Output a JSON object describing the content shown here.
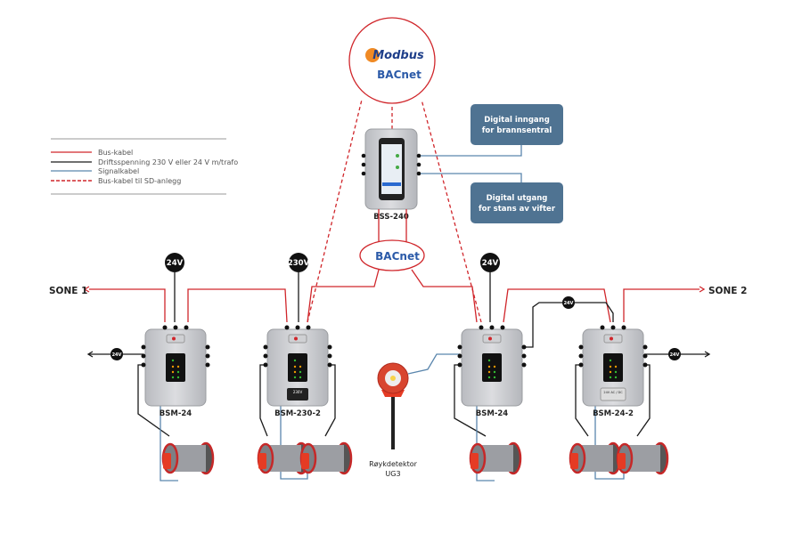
{
  "legend": {
    "items": [
      {
        "label": "Bus-kabel",
        "color": "#d0262b",
        "style": "solid"
      },
      {
        "label": "Driftsspenning 230 V eller 24 V m/trafo",
        "color": "#1a1a1a",
        "style": "solid"
      },
      {
        "label": "Signalkabel",
        "color": "#5a86ad",
        "style": "solid"
      },
      {
        "label": "Bus-kabel til SD-anlegg",
        "color": "#d0262b",
        "style": "dashed"
      }
    ]
  },
  "protocols": {
    "modbus": "Modbus",
    "bacnet": "BACnet",
    "bacnet_bus": "BACnet"
  },
  "controller": {
    "label": "BSS-240"
  },
  "io_boxes": {
    "input": [
      "Digital inngang",
      "for brannsentral"
    ],
    "output": [
      "Digital utgang",
      "for stans av vifter"
    ],
    "color": "#4f7392"
  },
  "zones": {
    "left": "SONE 1",
    "right": "SONE 2"
  },
  "power": {
    "p1": "24V",
    "p2": "230V",
    "p3": "24V",
    "small": "24V"
  },
  "modules": [
    {
      "label": "BSM-24"
    },
    {
      "label": "BSM-230-2",
      "badge": "230V"
    },
    {
      "label": "BSM-24"
    },
    {
      "label": "BSM-24-2",
      "badge": "24V AC / DC"
    }
  ],
  "detector": {
    "line1": "Røykdetektor",
    "line2": "UG3"
  }
}
